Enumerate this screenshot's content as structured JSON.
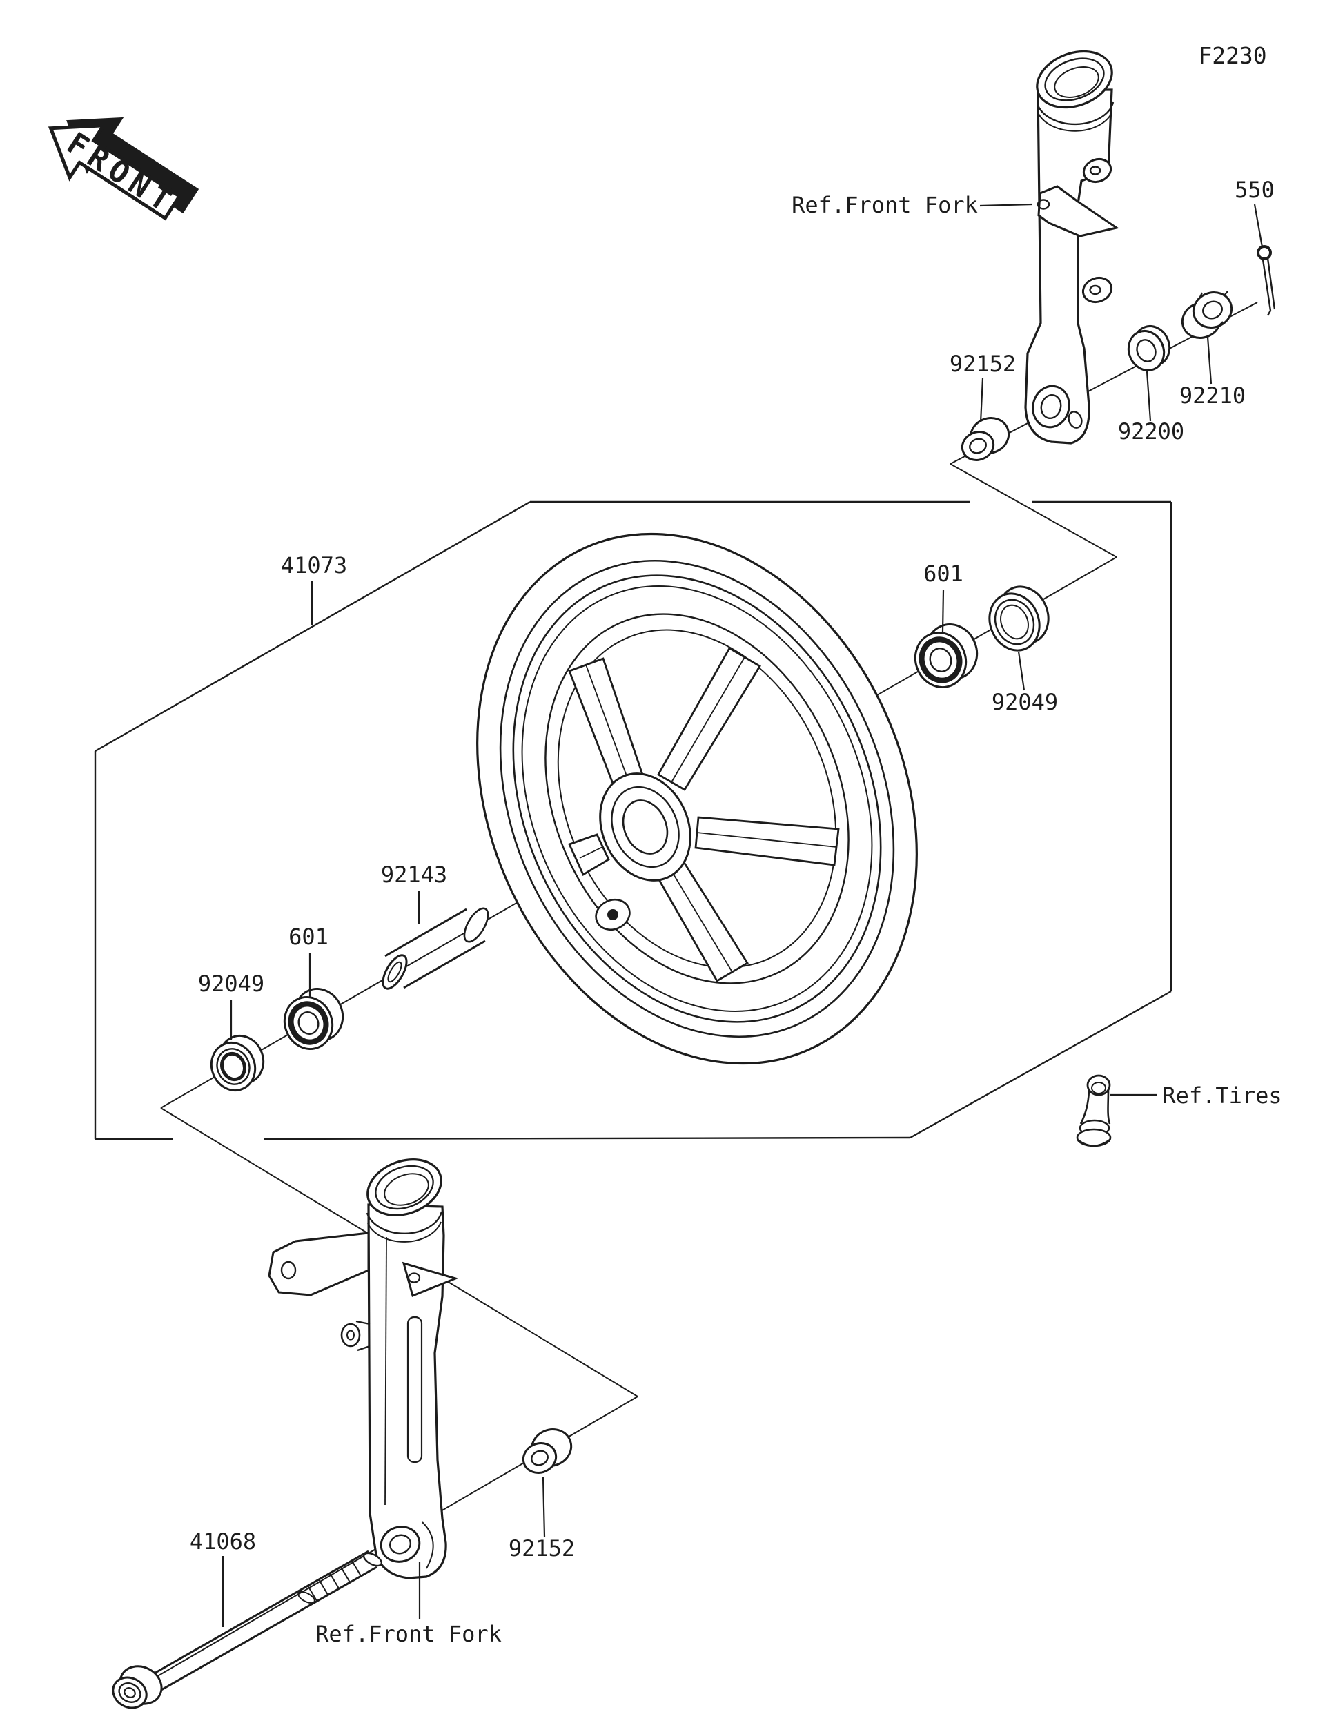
{
  "labels": {
    "figure_code": "F2230",
    "front_arrow": "FRONT",
    "ref_front_fork_top": "Ref.Front Fork",
    "ref_front_fork_bottom": "Ref.Front Fork",
    "ref_tires": "Ref.Tires",
    "cotter_pin": "550",
    "axle_nut": "92210",
    "washer": "92200",
    "collar_top": "92152",
    "collar_bottom": "92152",
    "front_wheel": "41073",
    "bearing_right": "601",
    "bearing_left": "601",
    "oil_seal_right": "92049",
    "oil_seal_left": "92049",
    "hub_spacer": "92143",
    "front_axle": "41068"
  },
  "colors": {
    "line": "#1c1c1c",
    "background": "#ffffff"
  }
}
